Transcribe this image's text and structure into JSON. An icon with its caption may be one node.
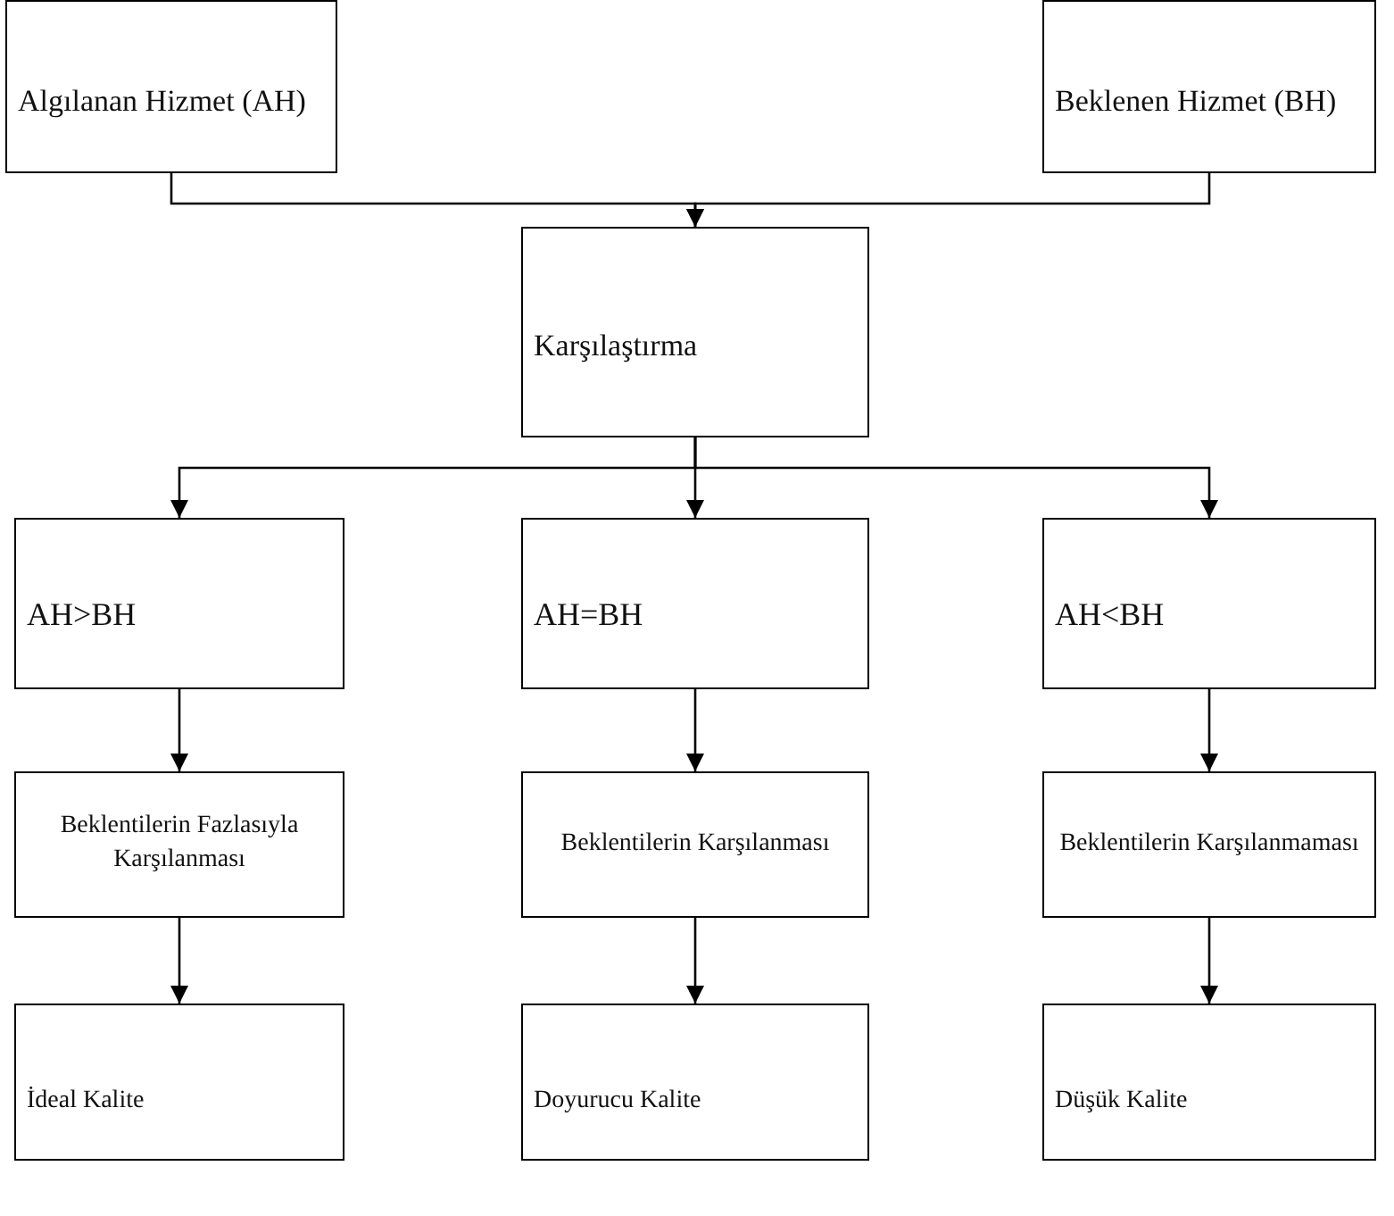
{
  "diagram": {
    "nodes": [
      {
        "text": [
          "Algılanan Hizmet (AH)"
        ]
      },
      {
        "text": [
          "Beklenen Hizmet (BH)"
        ]
      },
      {
        "text": [
          "Karşılaştırma"
        ]
      },
      {
        "text": [
          "AH>BH"
        ]
      },
      {
        "text": [
          "AH=BH"
        ]
      },
      {
        "text": [
          "AH<BH"
        ]
      },
      {
        "text": [
          "Beklentilerin Fazlasıyla Karşılanması"
        ]
      },
      {
        "text": [
          "Beklentilerin Karşılanması"
        ]
      },
      {
        "text": [
          "Beklentilerin Karşılanmaması"
        ]
      },
      {
        "text": [
          "İdeal Kalite"
        ]
      },
      {
        "text": [
          "Doyurucu Kalite"
        ]
      },
      {
        "text": [
          "Düşük Kalite"
        ]
      }
    ],
    "edges": [
      {
        "from": 0,
        "to": 2,
        "arrow": "to"
      },
      {
        "from": 1,
        "to": 2,
        "arrow": "to"
      },
      {
        "from": 2,
        "to": 3,
        "arrow": "to"
      },
      {
        "from": 2,
        "to": 4,
        "arrow": "to"
      },
      {
        "from": 2,
        "to": 5,
        "arrow": "to"
      },
      {
        "from": 3,
        "to": 6,
        "arrow": "to"
      },
      {
        "from": 4,
        "to": 7,
        "arrow": "to"
      },
      {
        "from": 5,
        "to": 8,
        "arrow": "to"
      },
      {
        "from": 6,
        "to": 9,
        "arrow": "to"
      },
      {
        "from": 7,
        "to": 10,
        "arrow": "to"
      },
      {
        "from": 8,
        "to": 11,
        "arrow": "to"
      }
    ]
  }
}
